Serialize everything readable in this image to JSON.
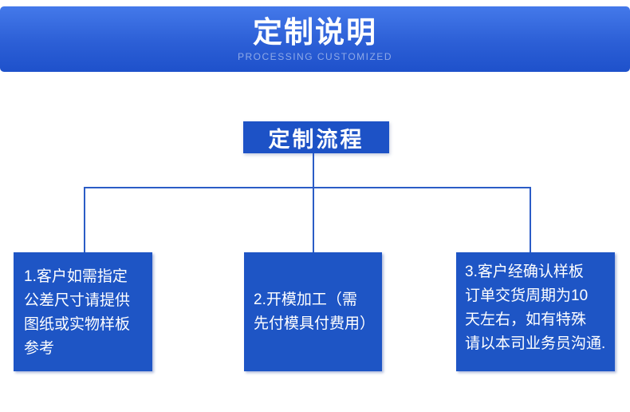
{
  "banner": {
    "title": "定制说明",
    "subtitle": "PROCESSING CUSTOMIZED"
  },
  "flow": {
    "title": "定制流程",
    "steps": [
      {
        "id": 1,
        "text": "1.客户如需指定公差尺寸请提供图纸或实物样板参考",
        "lines": [
          "1.客户如需指定",
          "公差尺寸请提供",
          "图纸或实物样板",
          "参考"
        ]
      },
      {
        "id": 2,
        "text": "2.开模加工（需先付模具付费用）",
        "lines": [
          "2.开模加工（需",
          "先付模具付费用）"
        ]
      },
      {
        "id": 3,
        "text": "3.客户经确认样板订单交货周期为10天左右，如有特殊请以本司业务员沟通.",
        "lines": [
          "3.客户经确认样板",
          "订单交货周期为10",
          "天左右，如有特殊",
          "请以本司业务员沟通."
        ]
      }
    ]
  },
  "colors": {
    "banner_gradient_top": "#4479ea",
    "banner_gradient_bottom": "#1e51cb",
    "flow_title_box": "#1d52c6",
    "step_box": "#1e55c5",
    "connector_line": "#2b5cc6",
    "title_text": "#ffffff",
    "subtitle_text": "#8fa9e6"
  }
}
